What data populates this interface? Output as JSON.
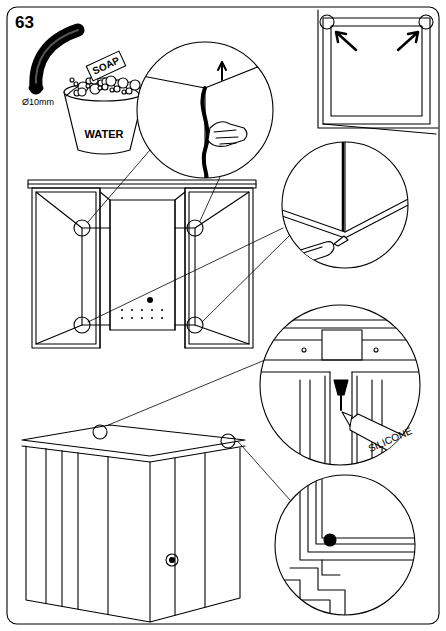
{
  "diagram": {
    "labels": [
      "63",
      "SOAP",
      "Ø10mm",
      "WATER",
      "SILICONE"
    ]
  }
}
